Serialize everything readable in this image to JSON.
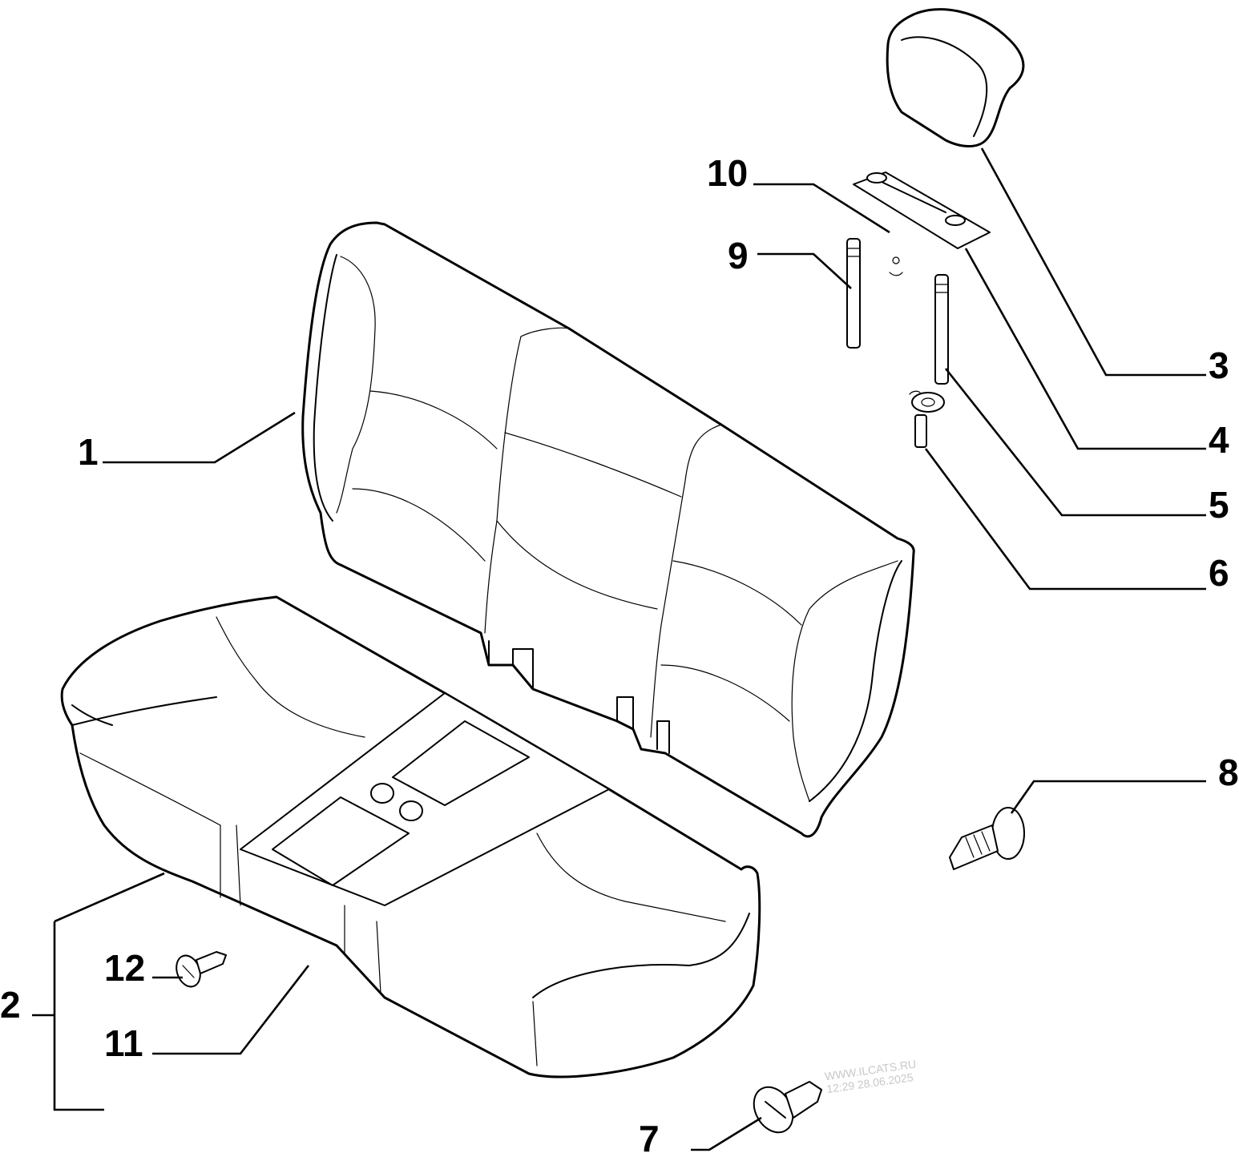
{
  "callouts": {
    "c1": "1",
    "c2": "2",
    "c3": "3",
    "c4": "4",
    "c5": "5",
    "c6": "6",
    "c7": "7",
    "c8": "8",
    "c9": "9",
    "c10": "10",
    "c11": "11",
    "c12": "12"
  },
  "watermark": {
    "site": "WWW.ILCATS.RU",
    "timestamp": "12:29 28.06.2025"
  }
}
